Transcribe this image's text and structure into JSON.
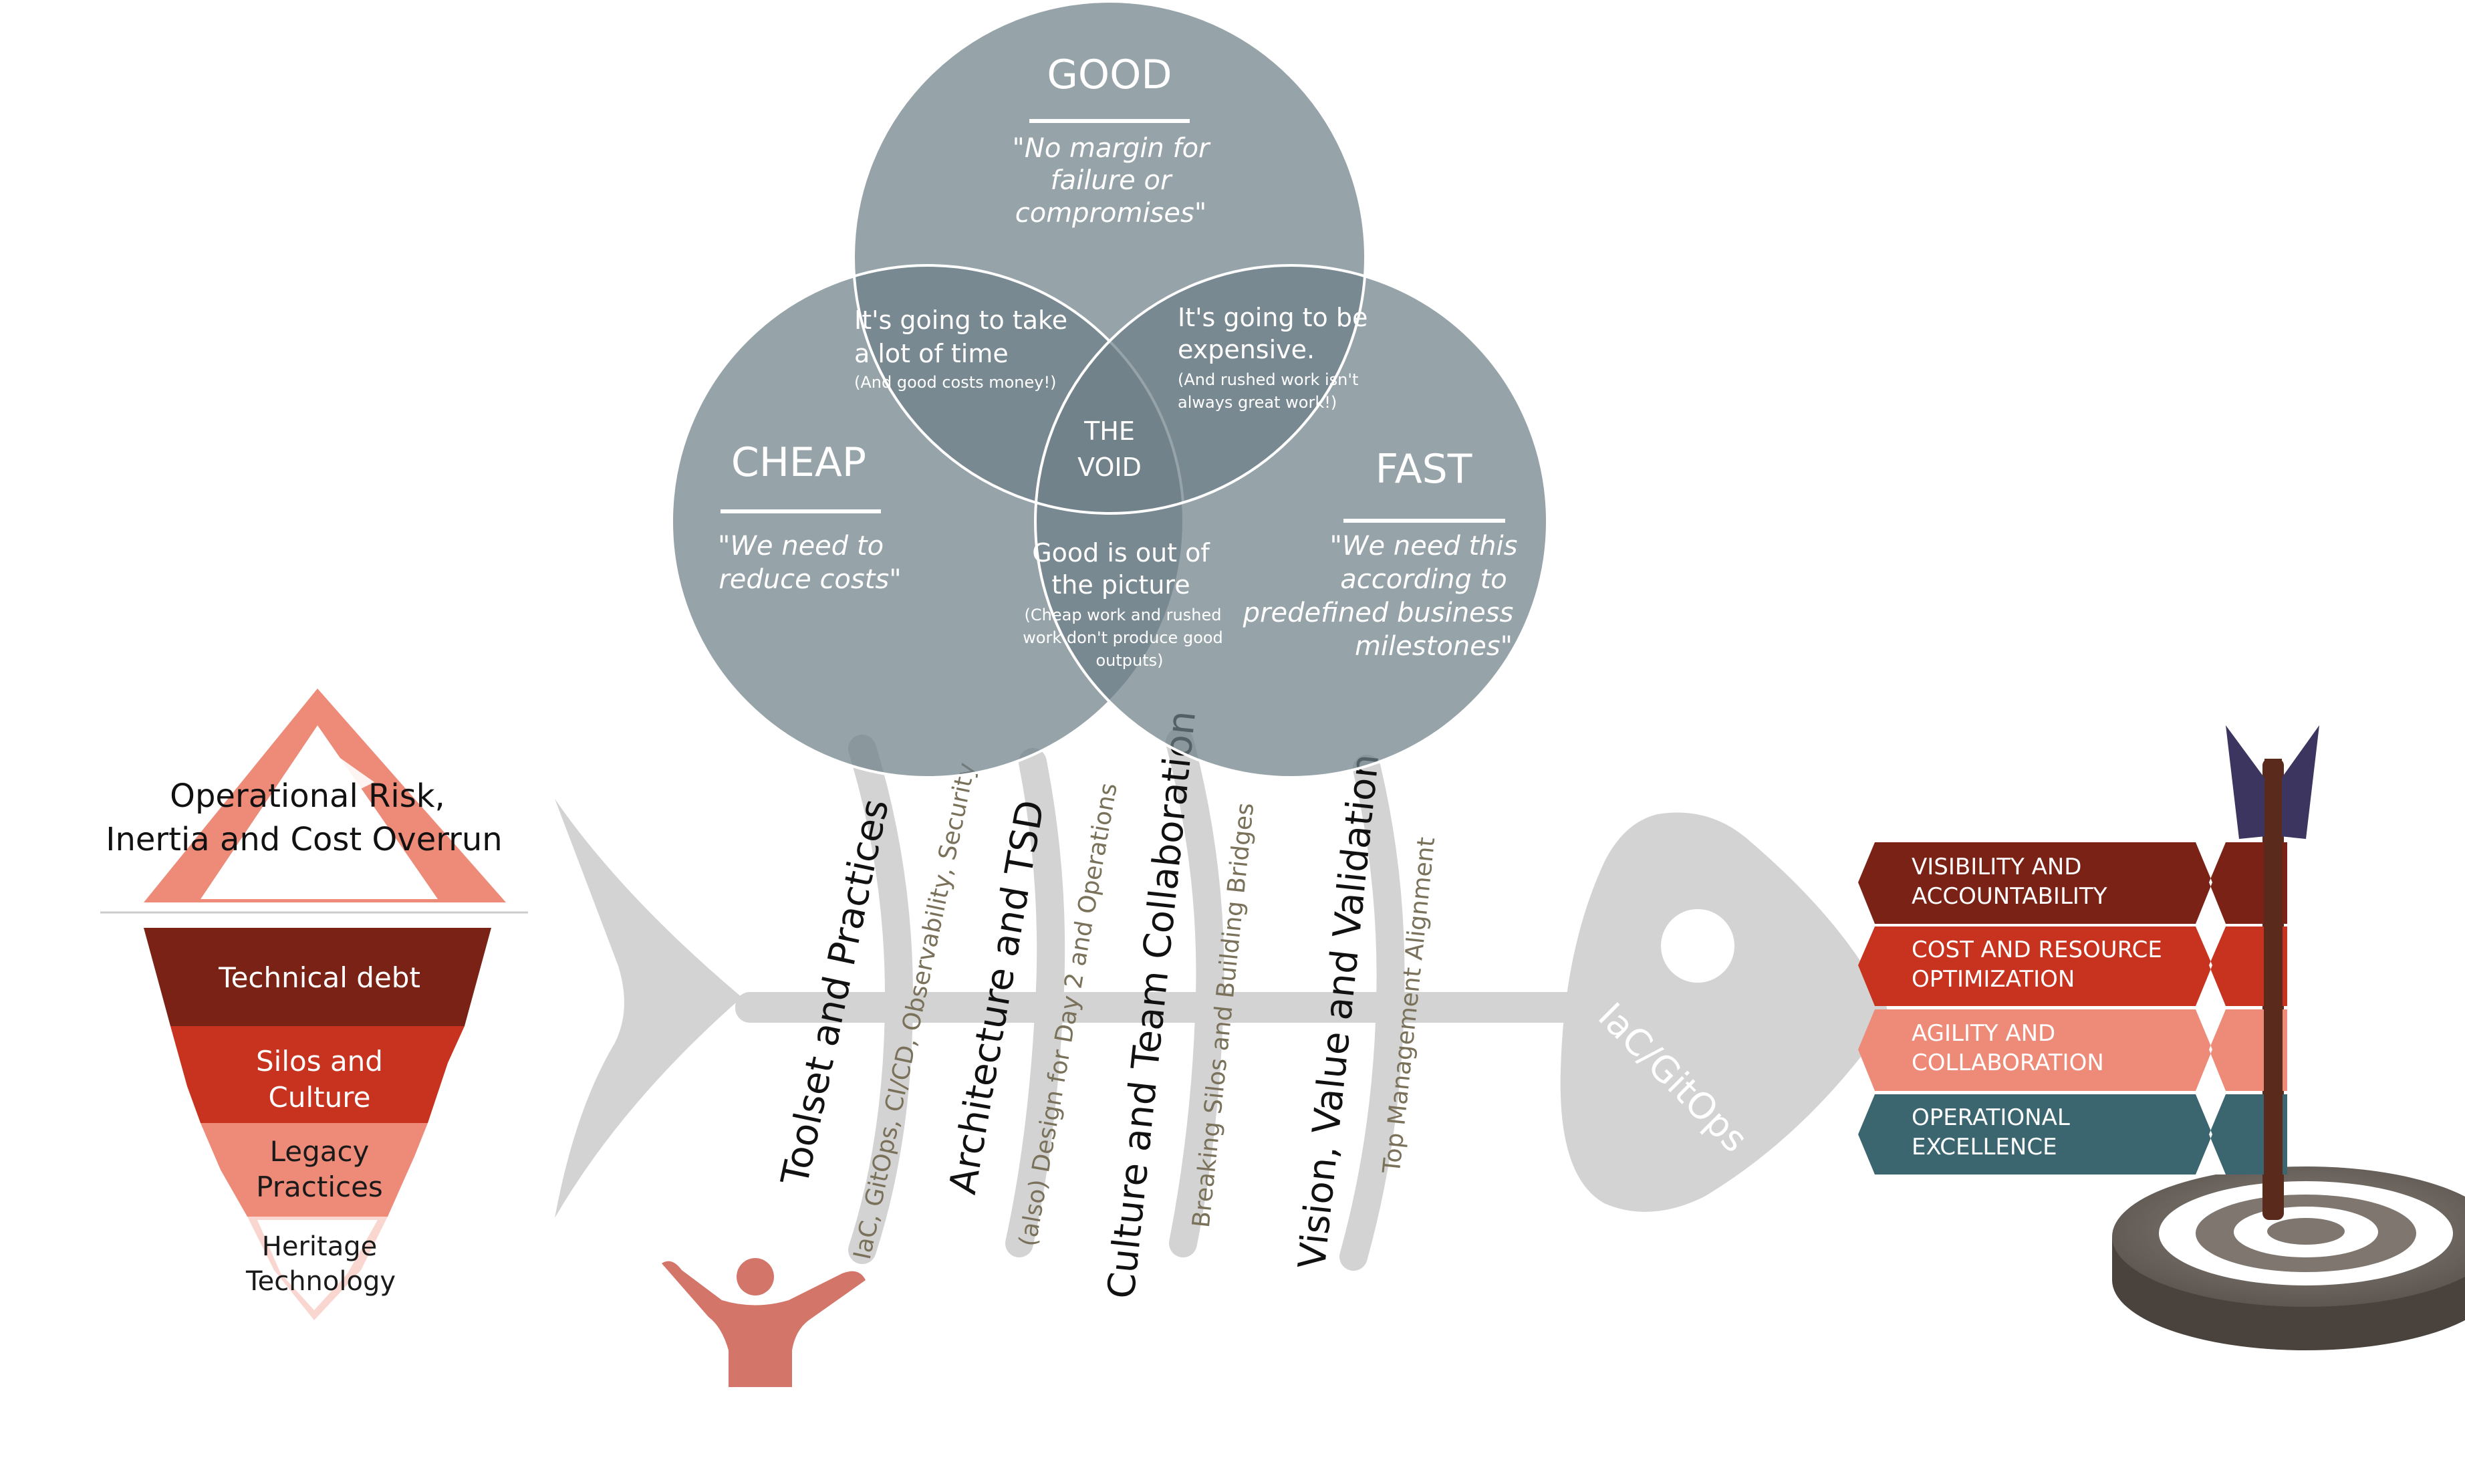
{
  "iceberg": {
    "title_line1": "Operational Risk,",
    "title_line2": "Inertia and Cost Overrun",
    "layers": [
      {
        "lines": [
          "Technical debt"
        ],
        "color": "#7b2216",
        "text_color": "#ffffff"
      },
      {
        "lines": [
          "Silos and",
          "Culture"
        ],
        "color": "#c8331f",
        "text_color": "#ffffff"
      },
      {
        "lines": [
          "Legacy",
          "Practices"
        ],
        "color": "#ee8a78",
        "text_color": "#1a1a1a"
      },
      {
        "lines": [
          "Heritage",
          "Technology"
        ],
        "color": "#ffffff",
        "text_color": "#1a1a1a"
      }
    ],
    "peak_color": "#ee8a78"
  },
  "venn": {
    "circle_color": "#6e8088",
    "good": {
      "title": "GOOD",
      "quote": [
        "\"No margin for",
        "failure or",
        "compromises\""
      ]
    },
    "cheap": {
      "title": "CHEAP",
      "quote": [
        "\"We need to",
        "reduce costs\""
      ]
    },
    "fast": {
      "title": "FAST",
      "quote": [
        "\"We need this",
        "according to",
        "predefined business",
        "milestones\""
      ]
    },
    "good_cheap": {
      "lines": [
        "It's going to take",
        "a lot of time"
      ],
      "note": "(And good costs money!)"
    },
    "good_fast": {
      "lines": [
        "It's going to be",
        "expensive."
      ],
      "note": [
        "(And rushed work isn't",
        "always great work!)"
      ]
    },
    "cheap_fast": {
      "lines": [
        "Good is out of",
        "the picture"
      ],
      "note": [
        "(Cheap work and rushed",
        "work don't produce good",
        "outputs)"
      ]
    },
    "center": {
      "lines": [
        "THE",
        "VOID"
      ]
    }
  },
  "fishbone": {
    "color": "#d3d3d3",
    "head_label": "IaC/GitOps",
    "bones": [
      {
        "title": "Toolset and Practices",
        "subtitle": "IaC, GitOps, CI/CD, Observability, Security"
      },
      {
        "title": "Architecture and TSD",
        "subtitle": "(also) Design for Day 2 and Operations"
      },
      {
        "title": "Culture and Team Collaboration",
        "subtitle": "Breaking Silos and Building Bridges"
      },
      {
        "title": "Vision, Value and Validation",
        "subtitle": "Top Management Alignment"
      }
    ]
  },
  "signposts": [
    {
      "lines": [
        "VISIBILITY AND",
        "ACCOUNTABILITY"
      ],
      "color": "#7b2216"
    },
    {
      "lines": [
        "COST AND RESOURCE",
        "OPTIMIZATION"
      ],
      "color": "#c8331f"
    },
    {
      "lines": [
        "AGILITY AND",
        "COLLABORATION"
      ],
      "color": "#ee8a78"
    },
    {
      "lines": [
        "OPERATIONAL",
        "EXCELLENCE"
      ],
      "color": "#3b6670"
    }
  ],
  "person_color": "#d4756a"
}
